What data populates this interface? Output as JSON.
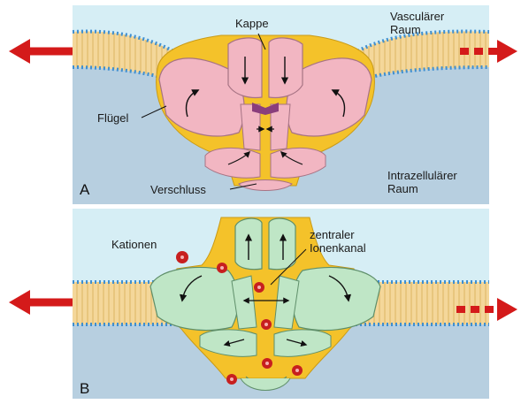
{
  "panels": [
    {
      "letter": "A",
      "state": "closed",
      "labels": {
        "cap": "Kappe",
        "wing": "Flügel",
        "gate": "Verschluss",
        "vascular_line1": "Vasculärer",
        "vascular_line2": "Raum",
        "intracellular_line1": "Intrazellulärer",
        "intracellular_line2": "Raum"
      },
      "colors": {
        "domain_fill": "#f2b6c2",
        "domain_stroke": "#a77384",
        "gate_fill": "#8a3e7c"
      }
    },
    {
      "letter": "B",
      "state": "open",
      "labels": {
        "cations": "Kationen",
        "channel_line1": "zentraler",
        "channel_line2": "Ionenkanal"
      },
      "colors": {
        "domain_fill": "#bfe6c6",
        "domain_stroke": "#5f8f6a"
      }
    }
  ],
  "colors": {
    "extracellular": "#d6eef5",
    "intracellular": "#b7cfe0",
    "membrane": "#f4d79a",
    "membrane_head": "#3f8fd0",
    "scaffold": "#f4c22a",
    "arrow": "#d41a1a",
    "ion": "#c71f1f"
  },
  "icons": [
    "red-arrow-left-icon",
    "red-dashed-arrow-right-icon",
    "cation-dot-icon",
    "black-arrow-icon"
  ]
}
